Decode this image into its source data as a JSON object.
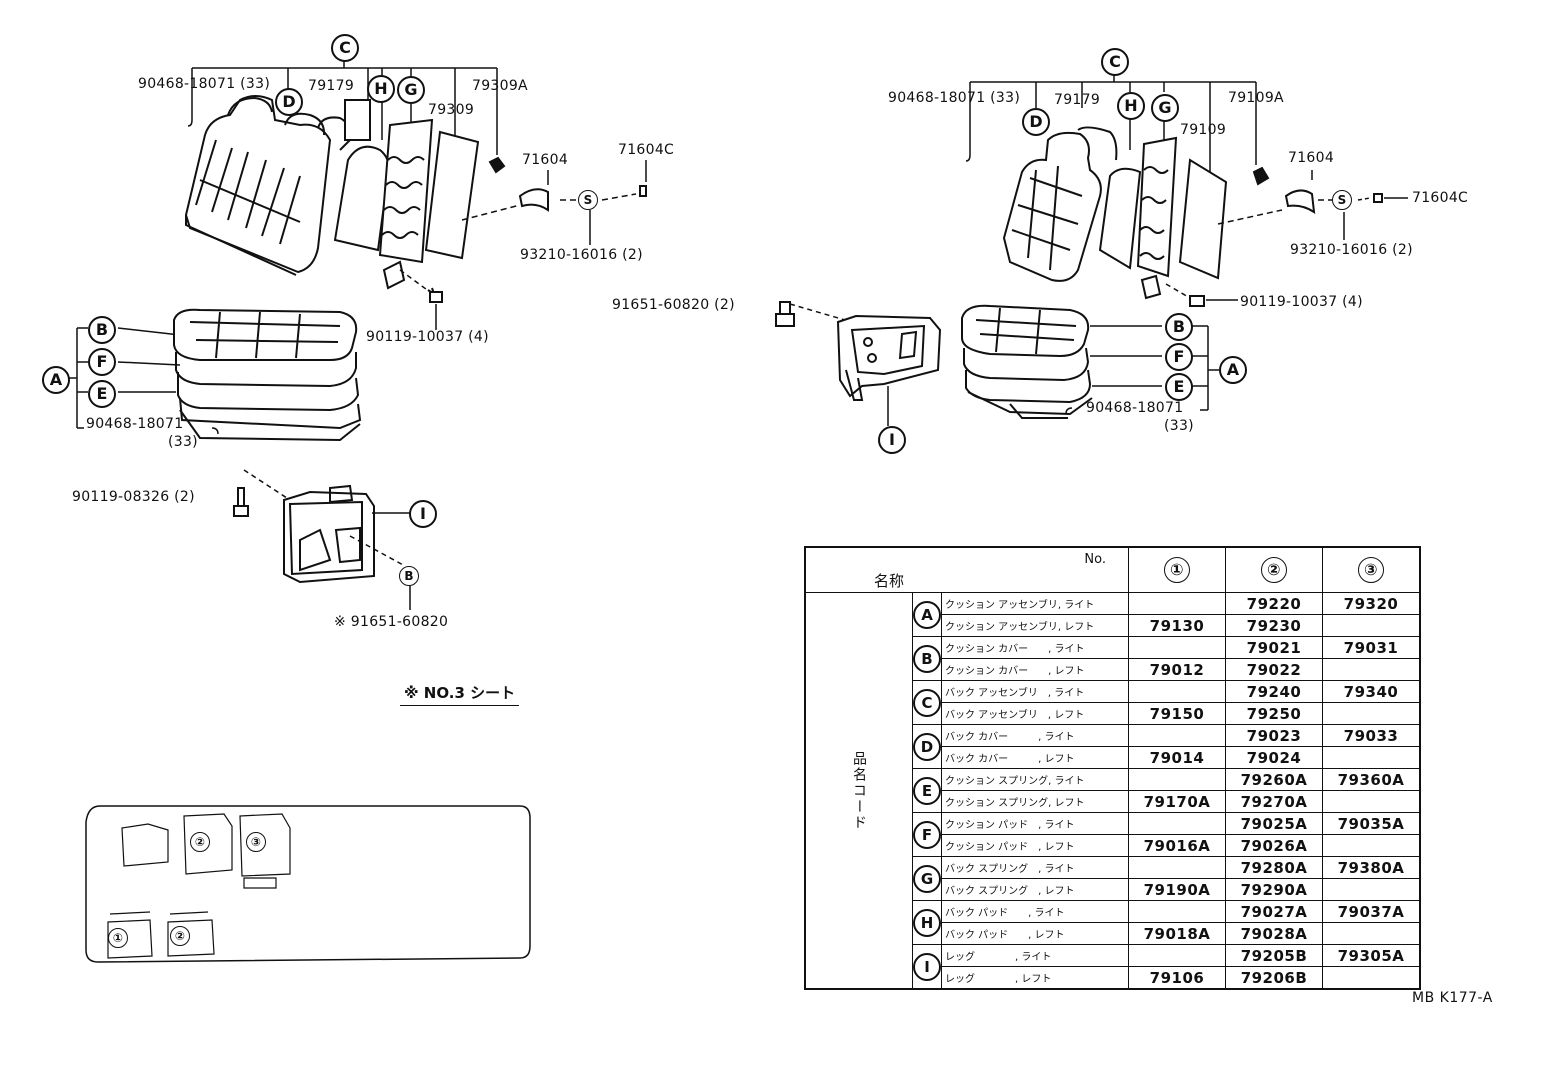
{
  "left_assembly": {
    "callouts": {
      "c": "C",
      "d": "D",
      "h": "H",
      "g": "G",
      "b": "B",
      "f": "F",
      "a": "A",
      "e": "E",
      "i": "I",
      "b2": "B",
      "s": "S"
    },
    "labels": {
      "p90468_top": "90468-18071 (33)",
      "p79179": "79179",
      "p79309": "79309",
      "p79309a": "79309A",
      "p71604": "71604",
      "p71604c": "71604C",
      "p93210": "93210-16016 (2)",
      "p90119_10037": "90119-10037 (4)",
      "p90468_bottom": "90468-18071",
      "p90468_bottom_qty": "(33)",
      "p90119_08326": "90119-08326 (2)",
      "p91651_note": "※ 91651-60820"
    }
  },
  "right_assembly": {
    "callouts": {
      "c": "C",
      "d": "D",
      "h": "H",
      "g": "G",
      "b": "B",
      "f": "F",
      "a": "A",
      "e": "E",
      "i": "I",
      "s": "S"
    },
    "labels": {
      "p90468_top": "90468-18071 (33)",
      "p79179": "79179",
      "p79109": "79109",
      "p79109a": "79109A",
      "p71604": "71604",
      "p71604c": "71604C",
      "p93210": "93210-16016 (2)",
      "p90119_10037": "90119-10037 (4)",
      "p91651": "91651-60820 (2)",
      "p90468_bottom": "90468-18071",
      "p90468_bottom_qty": "(33)"
    }
  },
  "seat_note": "※ NO.3  シート",
  "layout_box": {
    "seat_numbers": [
      "②",
      "③",
      "①",
      "②"
    ]
  },
  "table": {
    "header_no": "No.",
    "header_name": "名称",
    "columns": [
      "①",
      "②",
      "③"
    ],
    "side_label": "品名コード",
    "groups": [
      {
        "code": "A",
        "rows": [
          {
            "name": "クッション アッセンブリ, ライト",
            "v1": "",
            "v2": "79220",
            "v3": "79320"
          },
          {
            "name": "クッション アッセンブリ, レフト",
            "v1": "79130",
            "v2": "79230",
            "v3": ""
          }
        ]
      },
      {
        "code": "B",
        "rows": [
          {
            "name": "クッション カバー　　, ライト",
            "v1": "",
            "v2": "79021",
            "v3": "79031"
          },
          {
            "name": "クッション カバー　　, レフト",
            "v1": "79012",
            "v2": "79022",
            "v3": ""
          }
        ]
      },
      {
        "code": "C",
        "rows": [
          {
            "name": "バック アッセンブリ　, ライト",
            "v1": "",
            "v2": "79240",
            "v3": "79340"
          },
          {
            "name": "バック アッセンブリ　, レフト",
            "v1": "79150",
            "v2": "79250",
            "v3": ""
          }
        ]
      },
      {
        "code": "D",
        "rows": [
          {
            "name": "バック カバー　　　, ライト",
            "v1": "",
            "v2": "79023",
            "v3": "79033"
          },
          {
            "name": "バック カバー　　　, レフト",
            "v1": "79014",
            "v2": "79024",
            "v3": ""
          }
        ]
      },
      {
        "code": "E",
        "rows": [
          {
            "name": "クッション スプリング, ライト",
            "v1": "",
            "v2": "79260A",
            "v3": "79360A"
          },
          {
            "name": "クッション スプリング, レフト",
            "v1": "79170A",
            "v2": "79270A",
            "v3": ""
          }
        ]
      },
      {
        "code": "F",
        "rows": [
          {
            "name": "クッション パッド　, ライト",
            "v1": "",
            "v2": "79025A",
            "v3": "79035A"
          },
          {
            "name": "クッション パッド　, レフト",
            "v1": "79016A",
            "v2": "79026A",
            "v3": ""
          }
        ]
      },
      {
        "code": "G",
        "rows": [
          {
            "name": "バック スプリング　, ライト",
            "v1": "",
            "v2": "79280A",
            "v3": "79380A"
          },
          {
            "name": "バック スプリング　, レフト",
            "v1": "79190A",
            "v2": "79290A",
            "v3": ""
          }
        ]
      },
      {
        "code": "H",
        "rows": [
          {
            "name": "バック パッド　　, ライト",
            "v1": "",
            "v2": "79027A",
            "v3": "79037A"
          },
          {
            "name": "バック パッド　　, レフト",
            "v1": "79018A",
            "v2": "79028A",
            "v3": ""
          }
        ]
      },
      {
        "code": "I",
        "rows": [
          {
            "name": "レッグ　　　　, ライト",
            "v1": "",
            "v2": "79205B",
            "v3": "79305A"
          },
          {
            "name": "レッグ　　　　, レフト",
            "v1": "79106",
            "v2": "79206B",
            "v3": ""
          }
        ]
      }
    ]
  },
  "drawing_code": "MB K177-A"
}
